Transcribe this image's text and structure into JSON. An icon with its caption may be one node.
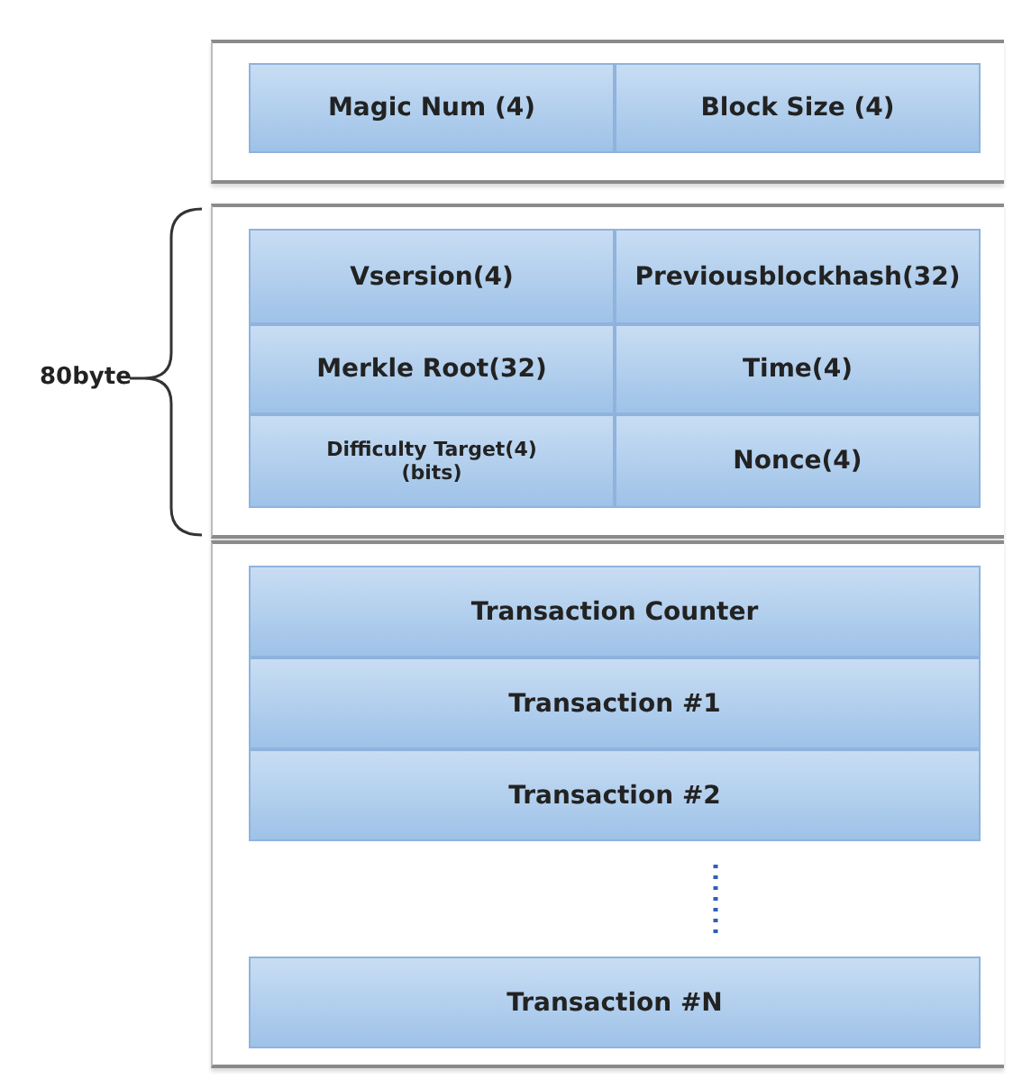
{
  "diagram": {
    "nodes": [
      {
        "text": [
          "Magic Num (4)"
        ]
      },
      {
        "text": [
          "Block Size (4)"
        ]
      },
      {
        "text": [
          "Vsersion(4)"
        ]
      },
      {
        "text": [
          "Previousblockhash(32)"
        ]
      },
      {
        "text": [
          "Merkle Root(32)"
        ]
      },
      {
        "text": [
          "Time(4)"
        ]
      },
      {
        "text": [
          "Difficulty Target(4) (bits)"
        ]
      },
      {
        "text": [
          "Nonce(4)"
        ]
      },
      {
        "text": [
          "Transaction Counter"
        ]
      },
      {
        "text": [
          "Transaction #1"
        ]
      },
      {
        "text": [
          "Transaction #2"
        ]
      },
      {
        "text": [
          "Transaction #N"
        ]
      }
    ],
    "edges": [],
    "labels": [
      "80byte"
    ]
  }
}
